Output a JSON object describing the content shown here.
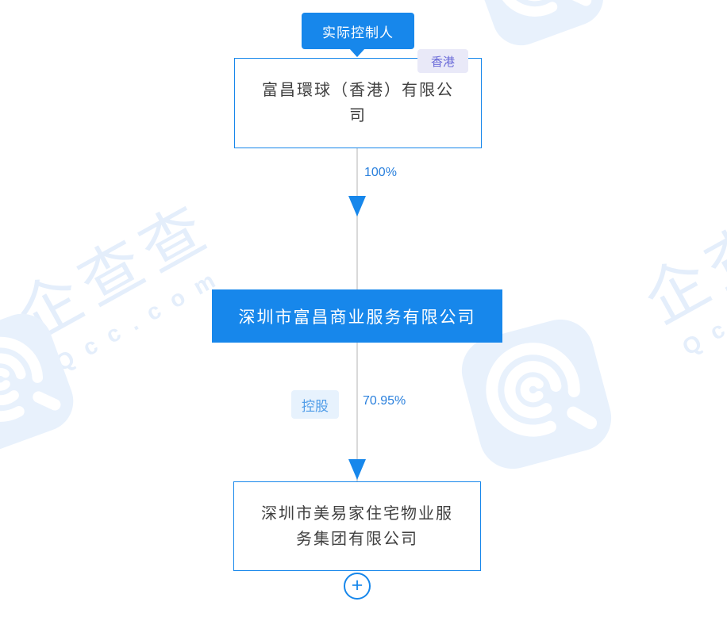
{
  "colors": {
    "primary_blue": "#1787eb",
    "percent_text": "#2a80dd",
    "line_gray": "#d9d9d9",
    "node_text": "#404040",
    "region_tag_bg": "#e9e9f8",
    "region_tag_text": "#6a6ad8",
    "holding_tag_bg": "#e7f2fd",
    "holding_tag_text": "#4f9ce8",
    "watermark_tint": "#e4eefb"
  },
  "watermark": {
    "text": "企查查",
    "subtext": "Qcc.com",
    "logo": "qcc-magnifier-logo"
  },
  "diagram": {
    "controller_badge": {
      "label": "实际控制人"
    },
    "top_company": {
      "name": "富昌環球（香港）有限公司",
      "name_lines": [
        "富昌環球（香港）有限公",
        "司"
      ],
      "region_tag": "香港"
    },
    "edge_top": {
      "percent": "100%"
    },
    "focus_company": {
      "name": "深圳市富昌商业服务有限公司"
    },
    "edge_bottom": {
      "relation_tag": "控股",
      "percent": "70.95%"
    },
    "subsidiary": {
      "name": "深圳市美易家住宅物业服务集团有限公司",
      "name_lines": [
        "深圳市美易家住宅物业服",
        "务集团有限公司"
      ]
    },
    "expand_button": {
      "symbol": "+"
    }
  }
}
